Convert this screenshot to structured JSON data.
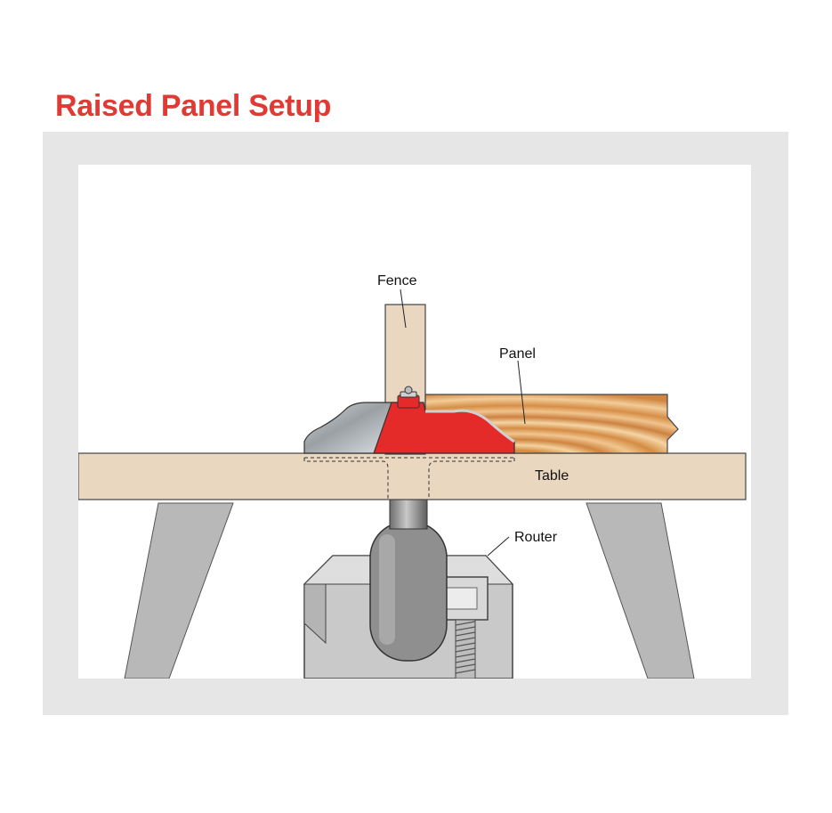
{
  "title": "Raised Panel Setup",
  "labels": {
    "fence": "Fence",
    "panel": "Panel",
    "table": "Table",
    "router": "Router"
  },
  "colors": {
    "title": "#e03a35",
    "frame": "#e6e6e6",
    "wood": "#ead7c0",
    "bit": "#e52a2a",
    "metal": "#a9a9a9",
    "leg": "#b9b9b9"
  }
}
